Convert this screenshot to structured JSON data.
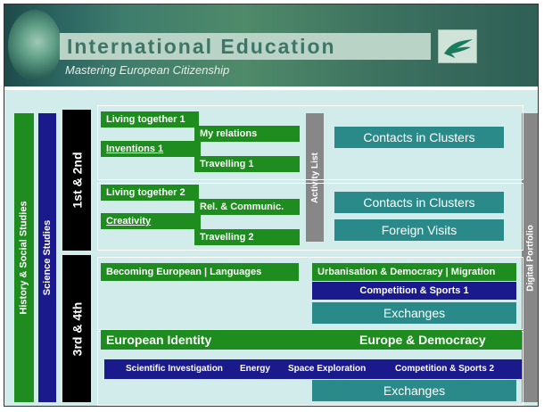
{
  "header": {
    "title": "International Education",
    "subtitle": "Mastering European Citizenship"
  },
  "sidebars": {
    "history": "History & Social Studies",
    "science": "Science Studies",
    "activity_list": "Activity List",
    "digital_portfolio": "Digital Portfolio"
  },
  "years": {
    "first_second": "1st & 2nd",
    "third_fourth": "3rd & 4th"
  },
  "block1": {
    "living_together_1": "Living together 1",
    "my_relations": "My relations",
    "inventions_1": "Inventions 1",
    "travelling_1": "Travelling 1",
    "contacts": "Contacts in Clusters"
  },
  "block2": {
    "living_together_2": "Living together 2",
    "rel_communic": "Rel. & Communic.",
    "creativity": "Creativity",
    "travelling_2": "Travelling 2",
    "contacts": "Contacts in Clusters",
    "foreign_visits": "Foreign Visits"
  },
  "block3": {
    "becoming_european": "Becoming European | Languages",
    "urbanisation": "Urbanisation & Democracy | Migration",
    "competition_1": "Competition & Sports 1",
    "exchanges": "Exchanges"
  },
  "block4": {
    "european_identity": "European Identity",
    "europe_democracy": "Europe & Democracy",
    "scientific_investigation": "Scientific Investigation",
    "energy": "Energy",
    "space_exploration": "Space Exploration",
    "competition_2": "Competition & Sports 2",
    "exchanges": "Exchanges"
  },
  "colors": {
    "green": "#1e8c1e",
    "navy": "#1a1a8c",
    "teal": "#2a8a8a",
    "grey": "#878787",
    "background": "#d2ecec"
  },
  "icons": {
    "logo": "bird-logo-icon",
    "globe": "globe-image"
  }
}
